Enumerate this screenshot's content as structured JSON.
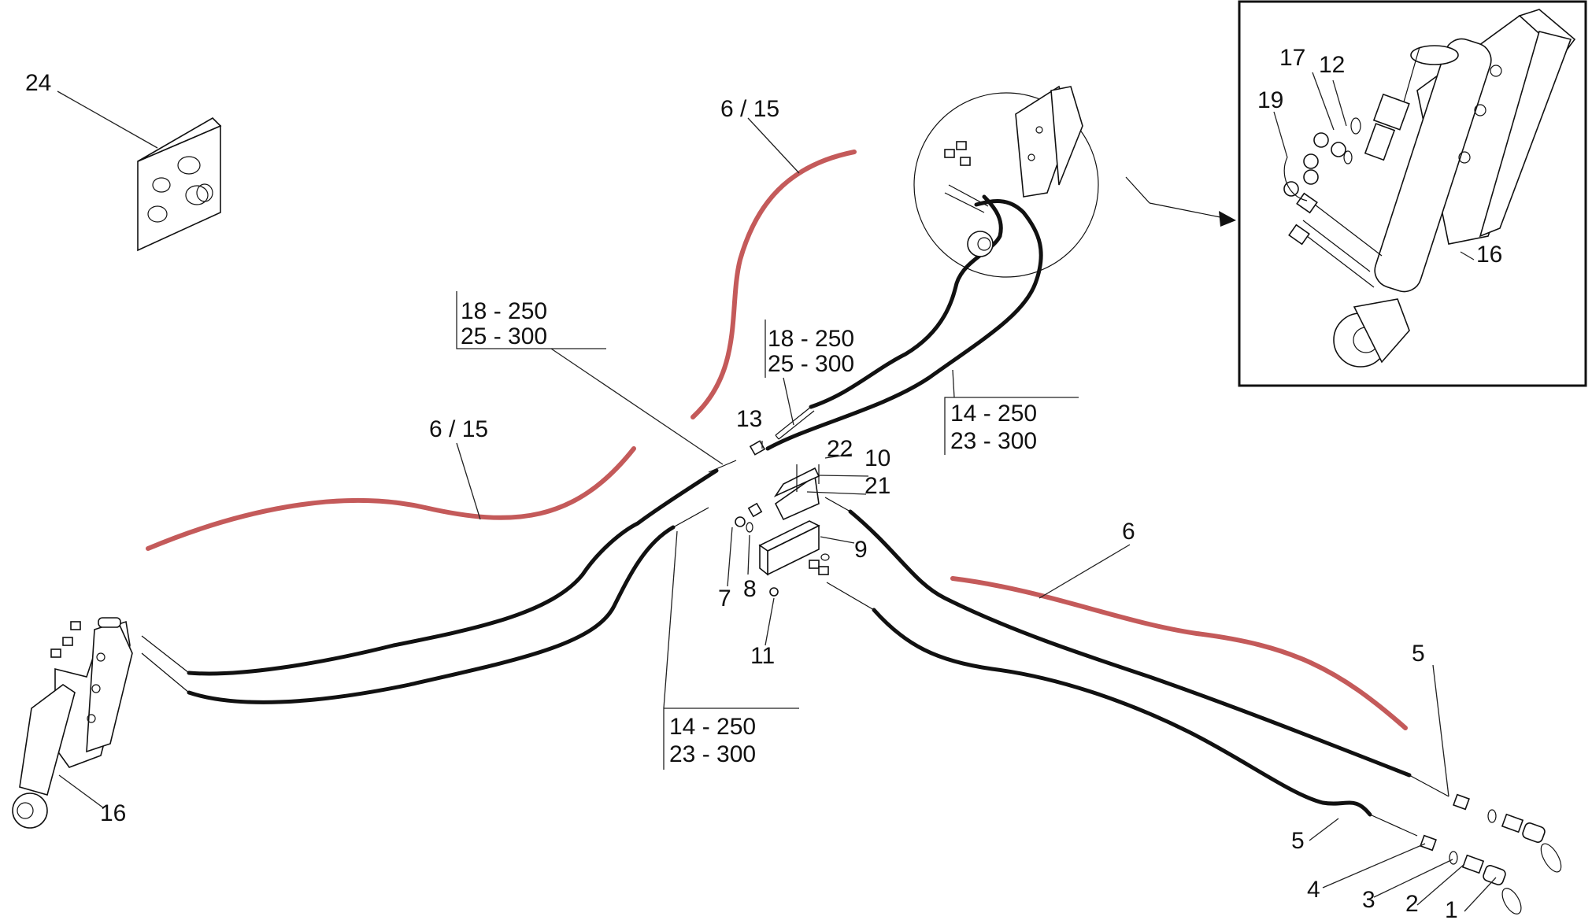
{
  "callouts": {
    "c24": "24",
    "c6_15_top": "6 / 15",
    "c6_15_left": "6 / 15",
    "c6": "6",
    "c18_250_a": "18 - 250",
    "c25_300_a": "25 - 300",
    "c18_250_b": "18 - 250",
    "c25_300_b": "25 - 300",
    "c14_250_a": "14 - 250",
    "c23_300_a": "23 - 300",
    "c14_250_b": "14 - 250",
    "c23_300_b": "23 - 300",
    "c13": "13",
    "c22": "22",
    "c10": "10",
    "c21": "21",
    "c9": "9",
    "c7": "7",
    "c8": "8",
    "c11": "11",
    "c16_left": "16",
    "c16_inset": "16",
    "c17": "17",
    "c12": "12",
    "c19": "19",
    "c5_top": "5",
    "c5_bottom": "5",
    "c4": "4",
    "c3": "3",
    "c2": "2",
    "c1": "1"
  },
  "colors": {
    "hose": "#111111",
    "red_reference_line": "#c45a5a",
    "leader": "#222222"
  }
}
